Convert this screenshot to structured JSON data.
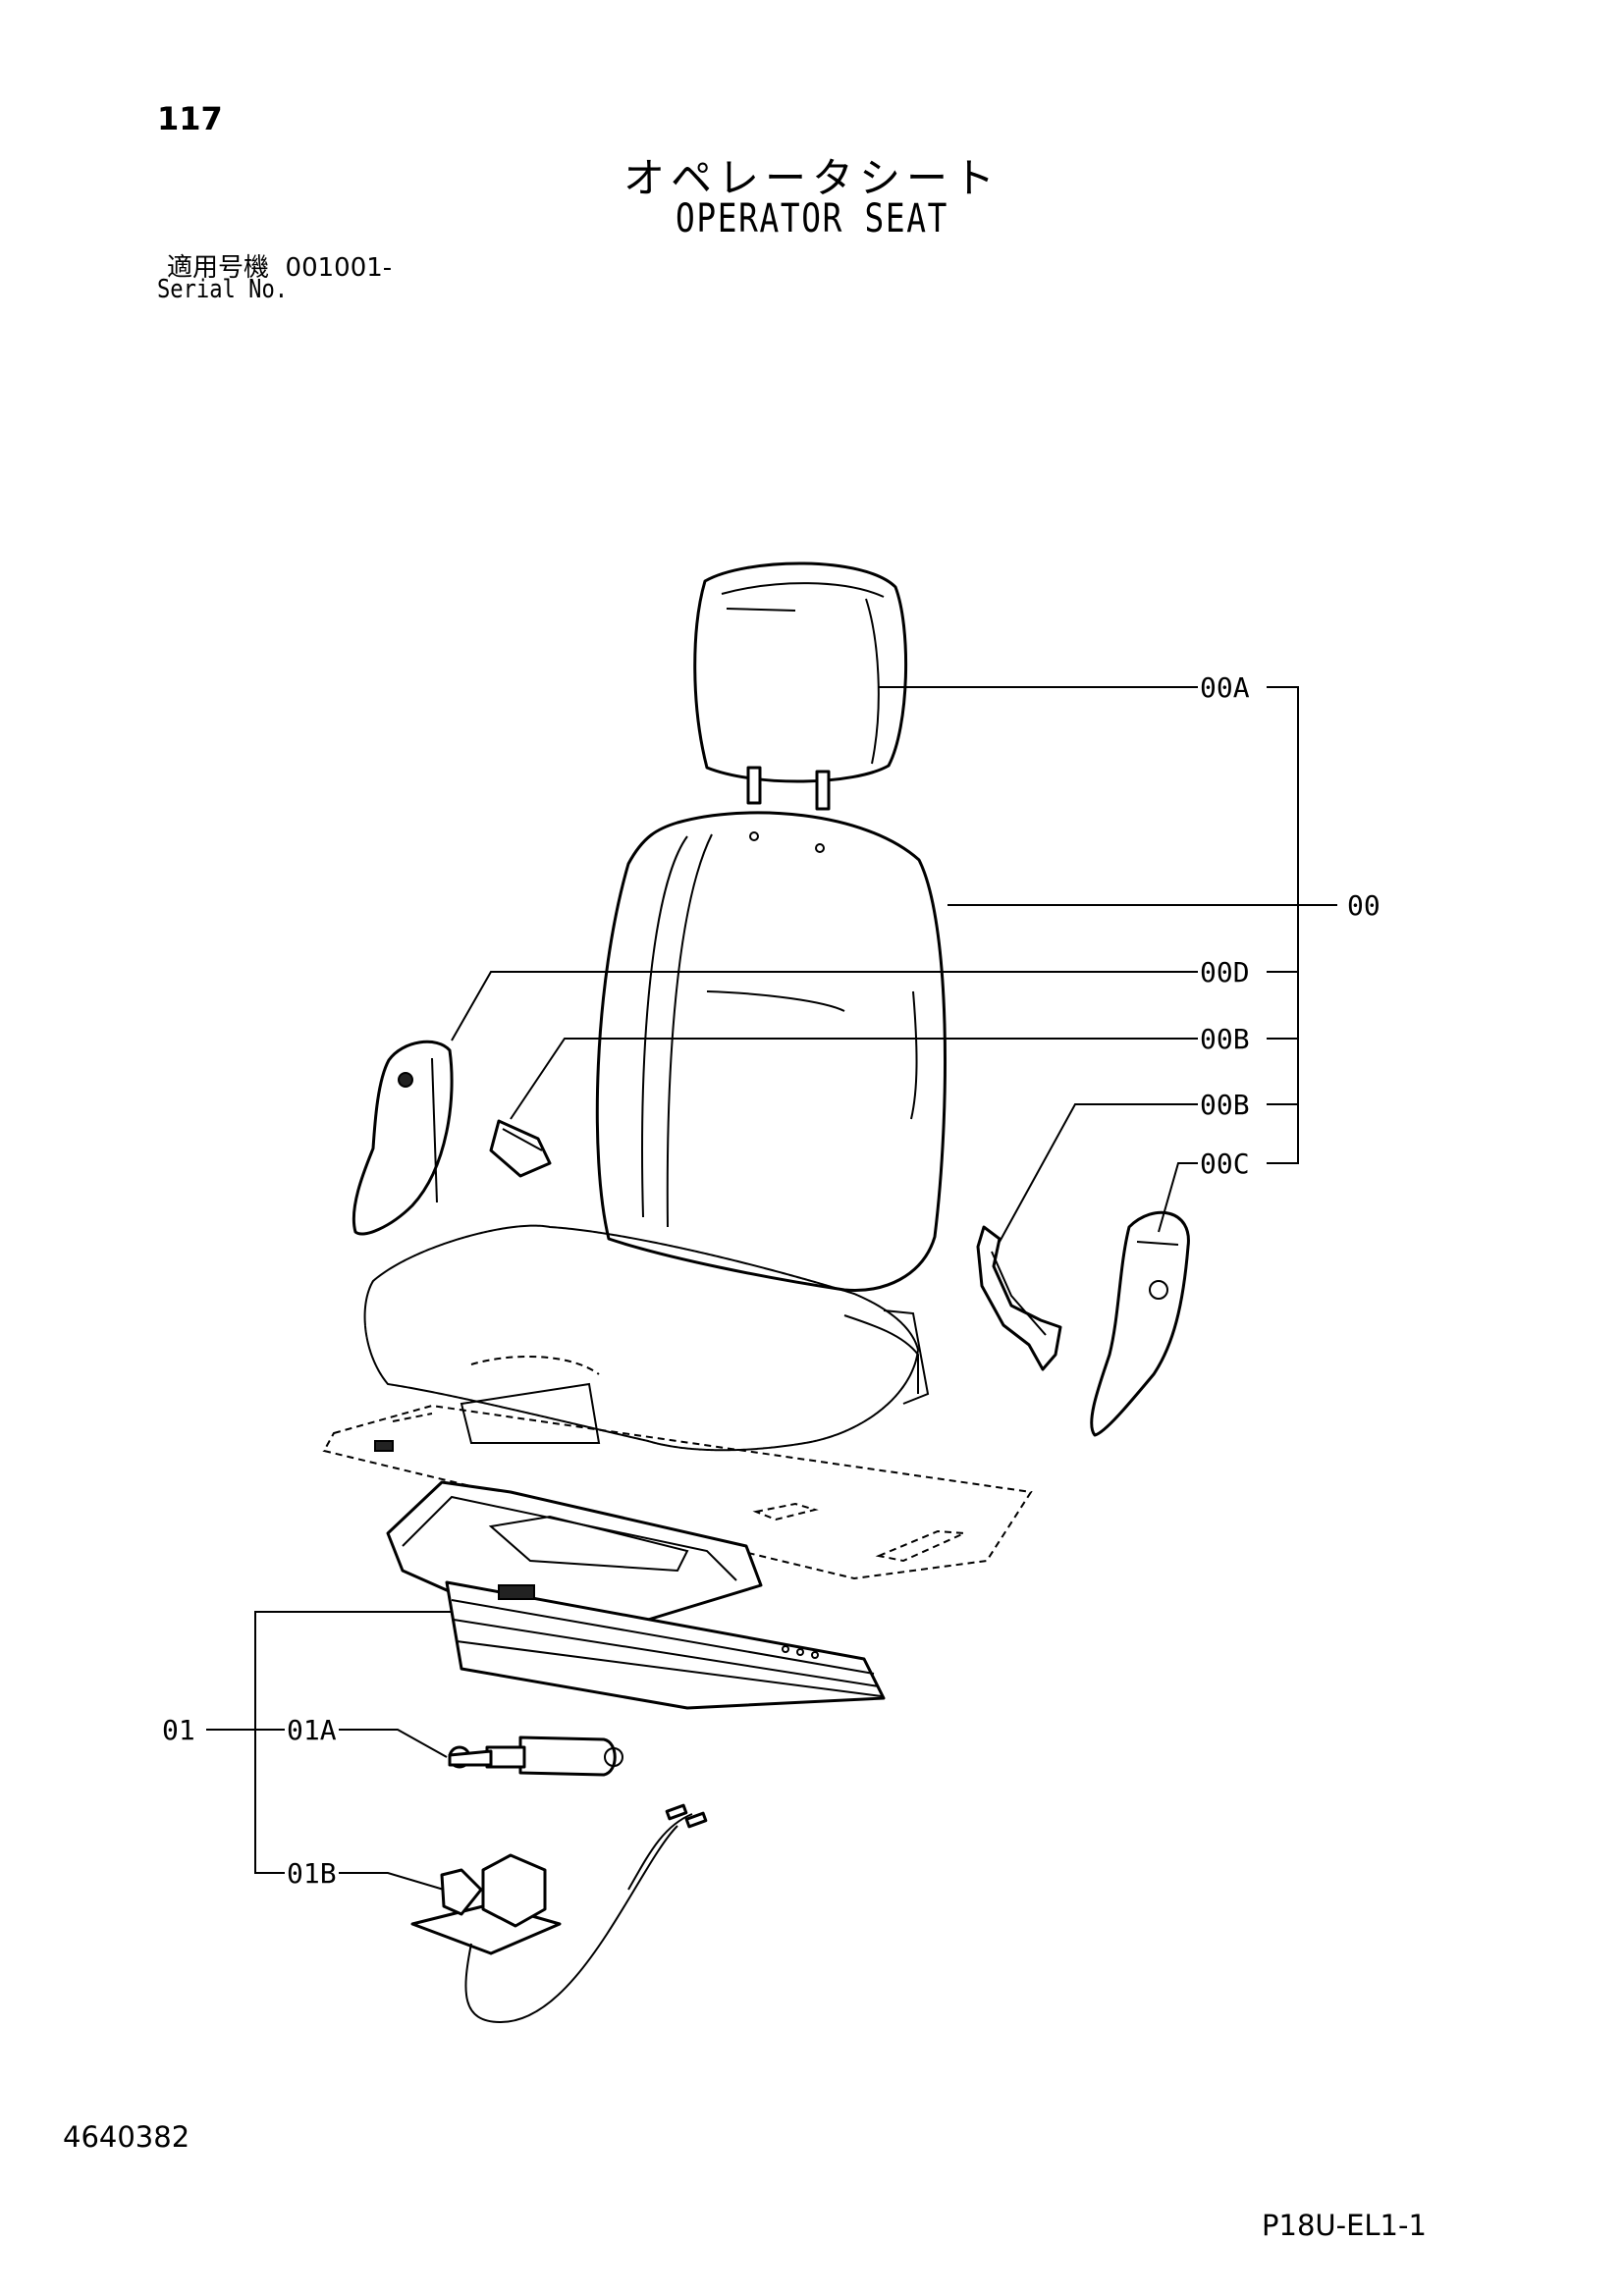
{
  "header": {
    "page_number": "117",
    "title_ja": "オペレータシート",
    "title_en": "OPERATOR SEAT",
    "serial_label_ja": "適用号機",
    "serial_range": "001001-",
    "serial_label_en": "Serial No."
  },
  "diagram": {
    "callouts": {
      "c_00A": "00A",
      "c_00": "00",
      "c_00D": "00D",
      "c_00B_1": "00B",
      "c_00B_2": "00B",
      "c_00C": "00C",
      "c_01": "01",
      "c_01A": "01A",
      "c_01B": "01B"
    },
    "parts_icons": [
      "headrest-icon",
      "seat-backrest-icon",
      "seat-cushion-icon",
      "armrest-cover-icon",
      "seat-belt-icon",
      "suspension-base-icon",
      "damper-icon",
      "switch-harness-icon"
    ]
  },
  "footer": {
    "document_number": "4640382",
    "page_code": "P18U-EL1-1"
  }
}
